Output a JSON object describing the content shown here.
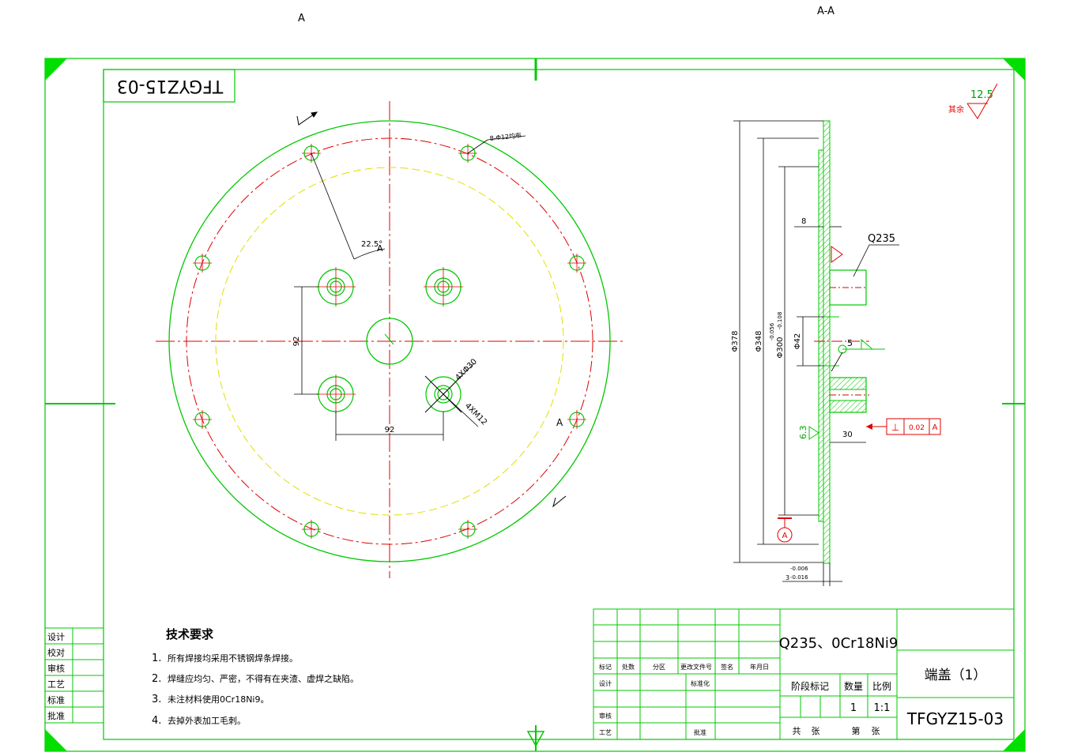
{
  "labels": {
    "top_left_view": "A",
    "top_right_view": "A-A",
    "drawing_no_rotated": "TFGYZ15-03",
    "section_arrow_top": "A",
    "section_arrow_bottom": "A",
    "datum": "A"
  },
  "colors": {
    "frame": "#00c800",
    "center_line": "#e00000",
    "hidden_line": "#e0e000",
    "text": "#000000",
    "dimension_red": "#e00000"
  },
  "front_view": {
    "hole_note": "8-Φ12均布",
    "angle": "22.5°",
    "dim_vertical": "92",
    "dim_horizontal": "92",
    "note_bore": "4XΦ30",
    "note_thread": "4XM12"
  },
  "section_view": {
    "dia_outer": "Φ378",
    "dia_bolt": "Φ348",
    "dia_spigot": "Φ300",
    "dia_spigot_tol_upper": "-0.056",
    "dia_spigot_tol_lower": "-0.108",
    "dia_hub": "Φ42",
    "thickness_8": "8",
    "material_label": "Q235",
    "weld_size": "5",
    "length_30": "30",
    "roughness_63": "6.3",
    "flat_tol_symbol": "⊥",
    "flat_tol_value": "0.02",
    "flat_tol_datum": "A",
    "thickness_3": "3",
    "thickness_3_tol_upper": "-0.006",
    "thickness_3_tol_lower": "-0.016"
  },
  "roughness_corner": {
    "value": "12.5",
    "note": "其余"
  },
  "tech_requirements": {
    "title": "技术要求",
    "items": [
      {
        "num": "1.",
        "text": "所有焊接均采用不锈钢焊条焊接。"
      },
      {
        "num": "2.",
        "text": "焊缝应均匀、严密，不得有在夹渣、虚焊之缺陷。"
      },
      {
        "num": "3.",
        "text": "未注材料使用0Cr18Ni9。"
      },
      {
        "num": "4.",
        "text": "去掉外表加工毛刺。"
      }
    ]
  },
  "left_strip": [
    "设计",
    "校对",
    "审核",
    "工艺",
    "标准",
    "批准"
  ],
  "title_block": {
    "material": "Q235、0Cr18Ni9",
    "part_name": "端盖（1）",
    "drawing_number": "TFGYZ15-03",
    "rev_headers": [
      "标记",
      "处数",
      "分区",
      "更改文件号",
      "签名",
      "年月日"
    ],
    "sign_rows": [
      "设计",
      "审核",
      "工艺"
    ],
    "standardization": "标准化",
    "approval": "批准",
    "stage_label": "阶段标记",
    "qty_label": "数量",
    "scale_label": "比例",
    "qty_value": "1",
    "scale_value": "1:1",
    "total_label": "共",
    "sheets_label": "张",
    "sheet_label": "第",
    "sheet_unit": "张"
  }
}
